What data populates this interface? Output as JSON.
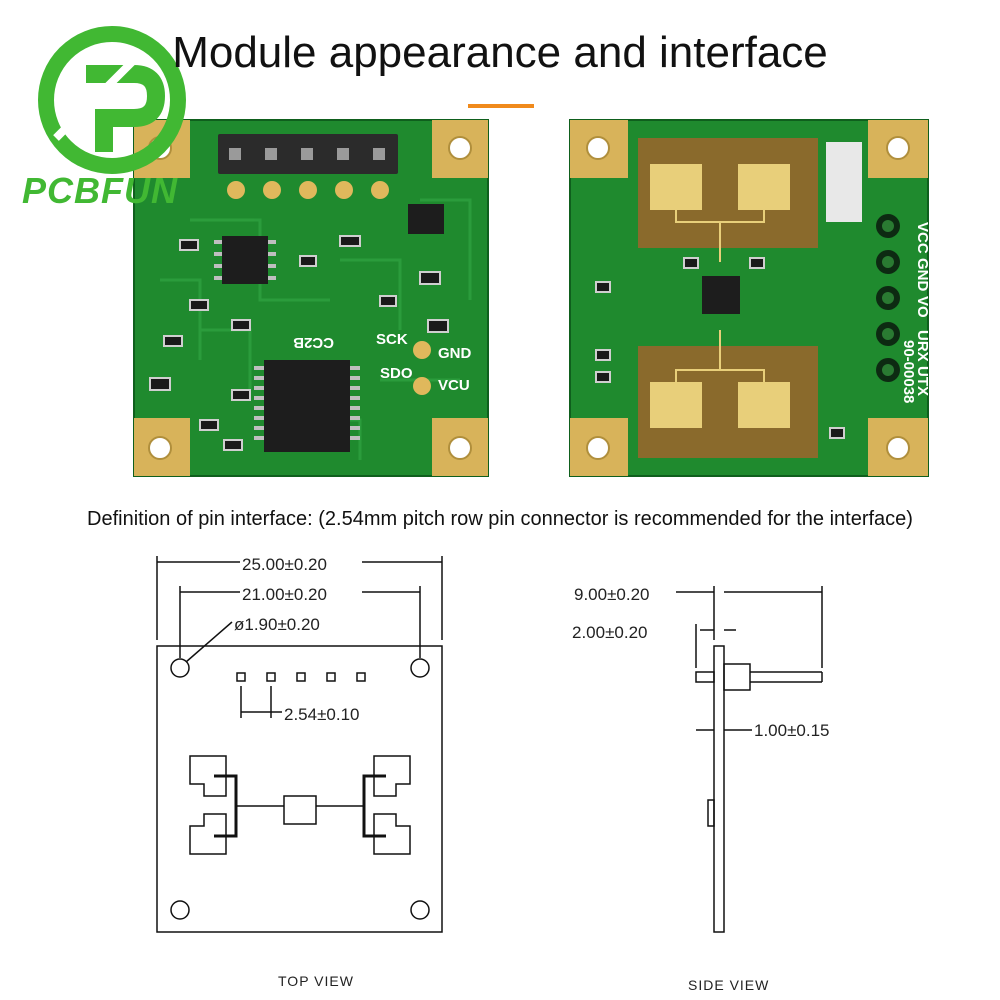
{
  "header": {
    "title": "Module appearance and interface",
    "brand": "PCBFUN",
    "accent_color": "#f08a1c",
    "brand_color": "#41b833"
  },
  "pcb_front": {
    "pin_labels": [
      "SCK",
      "GND",
      "SDO",
      "VCU"
    ],
    "silkscreen": "CC2B"
  },
  "pcb_back": {
    "pin_labels": [
      "VCC",
      "GND",
      "VO",
      "URX",
      "UTX"
    ],
    "part_number": "90-00038"
  },
  "pin_caption": "Definition of pin interface: (2.54mm pitch row pin connector is recommended for the interface)",
  "top_view": {
    "label": "TOP VIEW",
    "dim_width": "25.00±0.20",
    "dim_hole_spacing": "21.00±0.20",
    "dim_hole_dia": "ø1.90±0.20",
    "dim_pitch": "2.54±0.10"
  },
  "side_view": {
    "label": "SIDE VIEW",
    "dim_pin_length": "9.00±0.20",
    "dim_board_offset": "2.00±0.20",
    "dim_thickness": "1.00±0.15"
  },
  "colors": {
    "pcb_green": "#1f8a2e",
    "pad_gold": "#d8b35a",
    "patch_gold": "#c9a24a"
  }
}
